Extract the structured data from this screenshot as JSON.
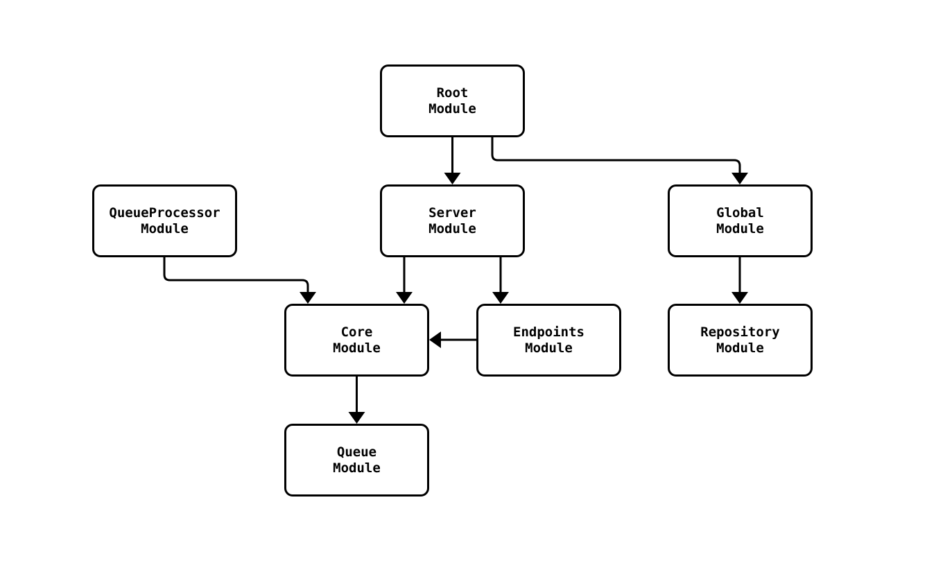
{
  "diagram": {
    "type": "flowchart",
    "background": "#ffffff",
    "node_style": {
      "fill": "#ffffff",
      "stroke": "#000000",
      "text_color": "#000000"
    },
    "nodes": {
      "root": {
        "label": "Root\nModule"
      },
      "server": {
        "label": "Server\nModule"
      },
      "global": {
        "label": "Global\nModule"
      },
      "queueprocessor": {
        "label": "QueueProcessor\nModule"
      },
      "core": {
        "label": "Core\nModule"
      },
      "endpoints": {
        "label": "Endpoints\nModule"
      },
      "repository": {
        "label": "Repository\nModule"
      },
      "queue": {
        "label": "Queue\nModule"
      }
    },
    "edges": [
      {
        "from": "Root Module",
        "to": "Server Module"
      },
      {
        "from": "Root Module",
        "to": "Global Module"
      },
      {
        "from": "QueueProcessor Module",
        "to": "Core Module"
      },
      {
        "from": "Server Module",
        "to": "Core Module"
      },
      {
        "from": "Server Module",
        "to": "Endpoints Module"
      },
      {
        "from": "Endpoints Module",
        "to": "Core Module"
      },
      {
        "from": "Global Module",
        "to": "Repository Module"
      },
      {
        "from": "Core Module",
        "to": "Queue Module"
      }
    ]
  }
}
